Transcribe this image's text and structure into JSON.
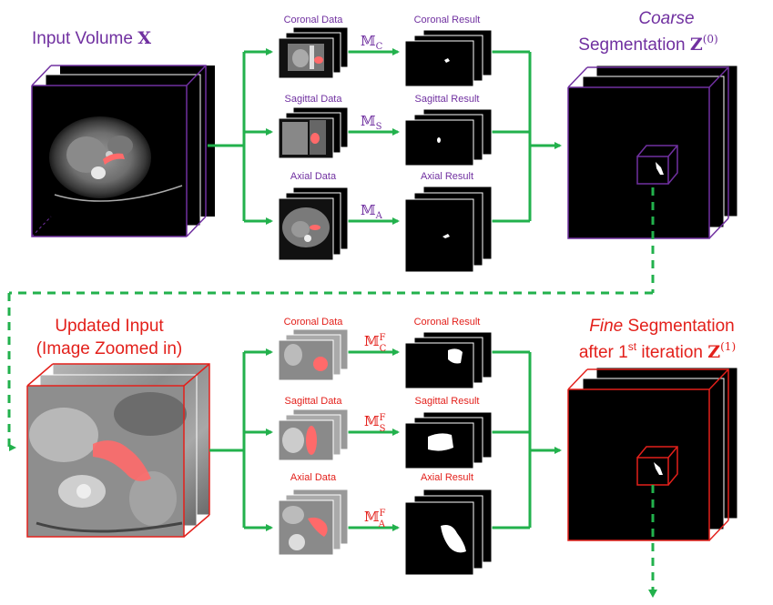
{
  "colors": {
    "purple": "#7030a0",
    "red": "#e3201b",
    "green": "#22b14c",
    "pink": "#ff6a6a"
  },
  "top": {
    "input_title_prefix": "Input Volume",
    "input_title_bold": "X",
    "output_title_line1": "Coarse",
    "output_title_line2": "Segmentation",
    "output_title_symbol": "Z",
    "output_title_superscript": "(0)",
    "views": [
      {
        "data_label": "Coronal Data",
        "result_label": "Coronal Result",
        "model": "𝕄",
        "model_sub": "C"
      },
      {
        "data_label": "Sagittal Data",
        "result_label": "Sagittal Result",
        "model": "𝕄",
        "model_sub": "S"
      },
      {
        "data_label": "Axial Data",
        "result_label": "Axial Result",
        "model": "𝕄",
        "model_sub": "A"
      }
    ]
  },
  "bottom": {
    "input_title_line1": "Updated Input",
    "input_title_line2": "(Image Zoomed in)",
    "output_title_italic": "Fine",
    "output_title_rest": "Segmentation",
    "output_title_line2_a": "after 1",
    "output_title_line2_sup": "st",
    "output_title_line2_b": "iteration",
    "output_title_symbol": "Z",
    "output_title_superscript": "(1)",
    "views": [
      {
        "data_label": "Coronal Data",
        "result_label": "Coronal Result",
        "model": "𝕄",
        "model_sup": "F",
        "model_sub": "C"
      },
      {
        "data_label": "Sagittal Data",
        "result_label": "Sagittal Result",
        "model": "𝕄",
        "model_sup": "F",
        "model_sub": "S"
      },
      {
        "data_label": "Axial Data",
        "result_label": "Axial Result",
        "model": "𝕄",
        "model_sup": "F",
        "model_sub": "A"
      }
    ]
  }
}
